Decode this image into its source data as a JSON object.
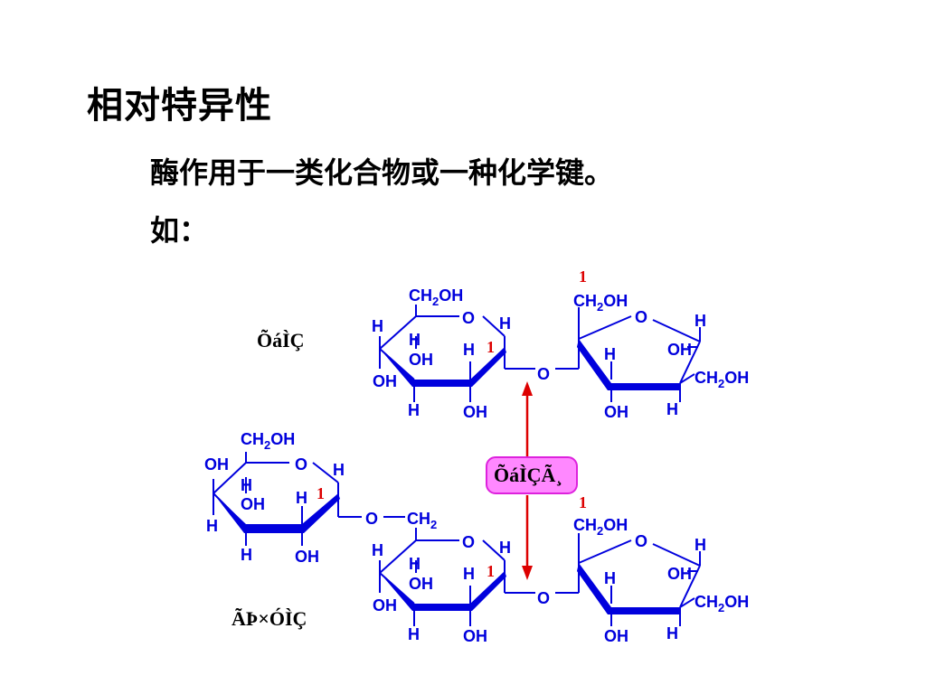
{
  "title": "相对特异性",
  "body_line_1": "酶作用于一类化合物或一种化学键。",
  "body_line_2": "如：",
  "molecules": {
    "top_name": "ÕáÌÇ",
    "bottom_name": "ÃÞ×ÓÌÇ",
    "enzyme_label": "ÕáÌÇÃ¸"
  },
  "atoms": {
    "ch2oh": "CH",
    "sub2": "2",
    "oh_suffix": "OH",
    "ch2": "CH",
    "h": "H",
    "oh": "OH",
    "o": "O",
    "position_one": "1"
  },
  "colors": {
    "structure": "#0000dd",
    "arrow": "#dd0000",
    "enzyme_fill": "#ff88ff",
    "enzyme_border": "#dd22dd"
  }
}
